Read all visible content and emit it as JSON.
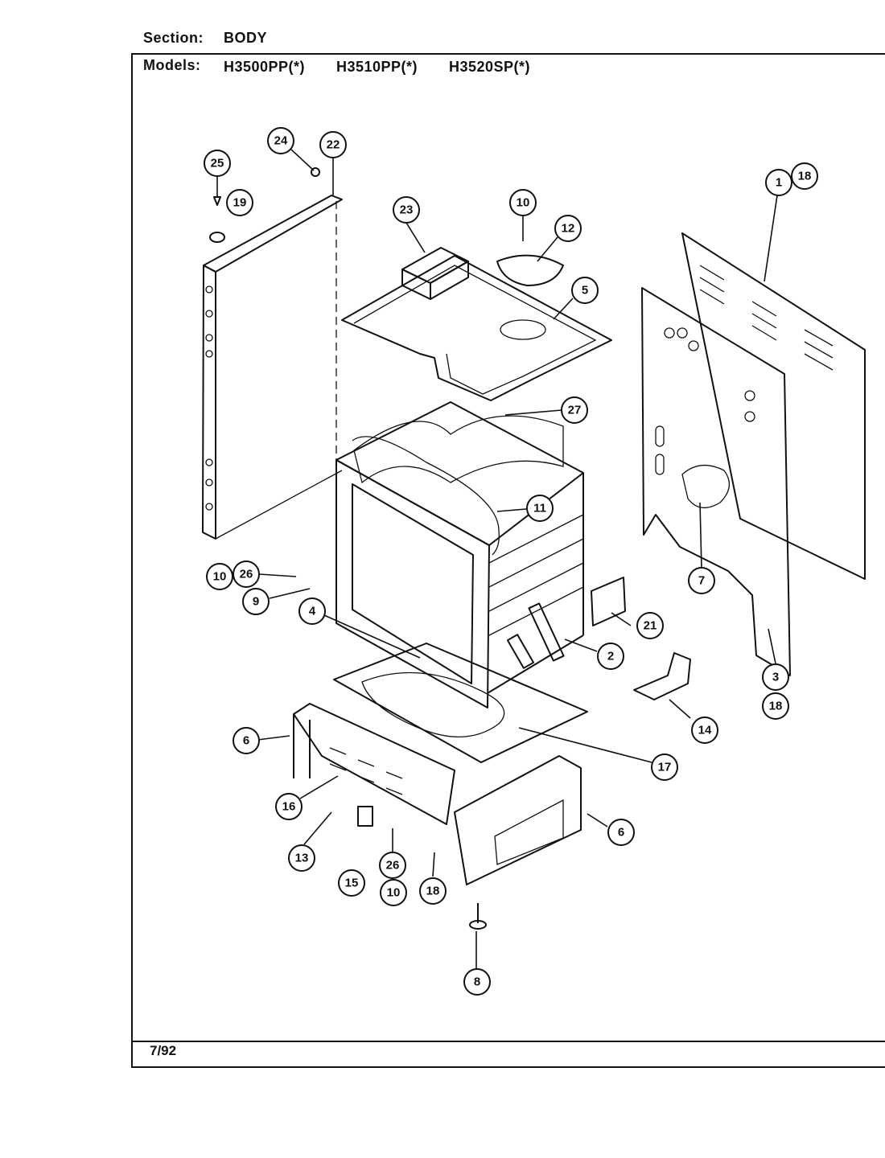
{
  "header": {
    "section_label": "Section:",
    "section_value": "BODY",
    "models_label": "Models:",
    "models": [
      "H3500PP(*)",
      "H3510PP(*)",
      "H3520SP(*)"
    ]
  },
  "footer": {
    "date": "7/92"
  },
  "callouts": [
    "1",
    "18",
    "25",
    "19",
    "24",
    "22",
    "23",
    "10",
    "12",
    "5",
    "27",
    "11",
    "10",
    "26",
    "9",
    "4",
    "2",
    "21",
    "7",
    "3",
    "18",
    "14",
    "17",
    "6",
    "16",
    "13",
    "15",
    "26",
    "10",
    "18",
    "6",
    "8"
  ]
}
